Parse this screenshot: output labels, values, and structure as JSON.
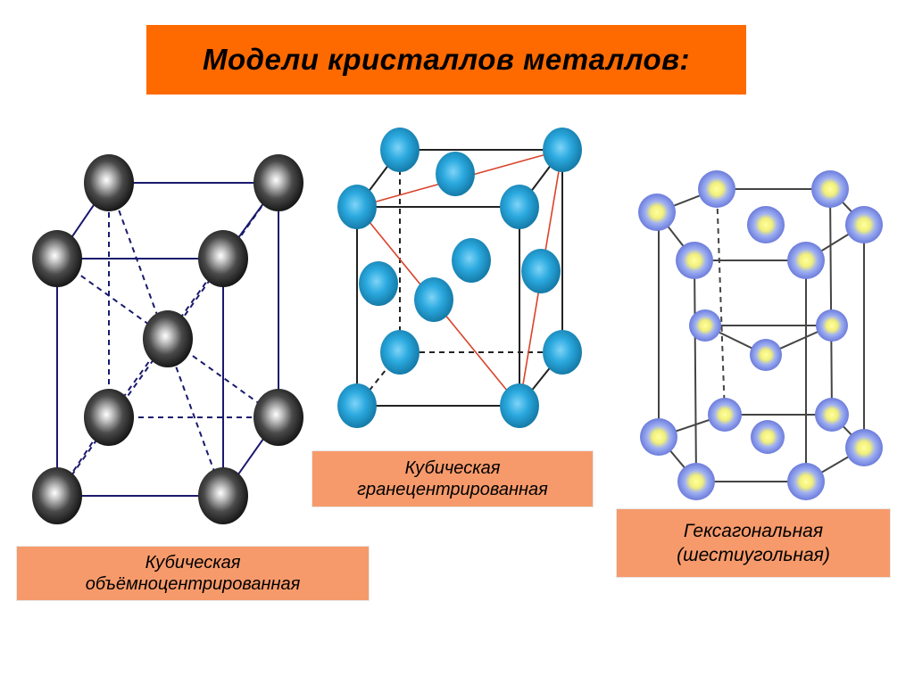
{
  "title": "Модели кристаллов металлов:",
  "labels": {
    "bcc": [
      "Кубическая",
      "объёмноцентрированная"
    ],
    "fcc": [
      "Кубическая",
      "гранецентрированная"
    ],
    "hex": [
      "Гексагональная",
      "(шестиугольная)"
    ]
  },
  "colors": {
    "title_bg": "#ff6a00",
    "label_bg": "#f79a6b",
    "bcc_atom": "#1e1e1e",
    "fcc_atom": "#1aa0d8",
    "hex_atom": "#7f8fe8",
    "hex_atom_center": "#f4f48a",
    "bcc_edge": "#1a1a6e",
    "fcc_diagonal": "#d9432a"
  },
  "icons": {
    "bcc": "bcc-lattice-diagram",
    "fcc": "fcc-lattice-diagram",
    "hex": "hcp-lattice-diagram"
  }
}
